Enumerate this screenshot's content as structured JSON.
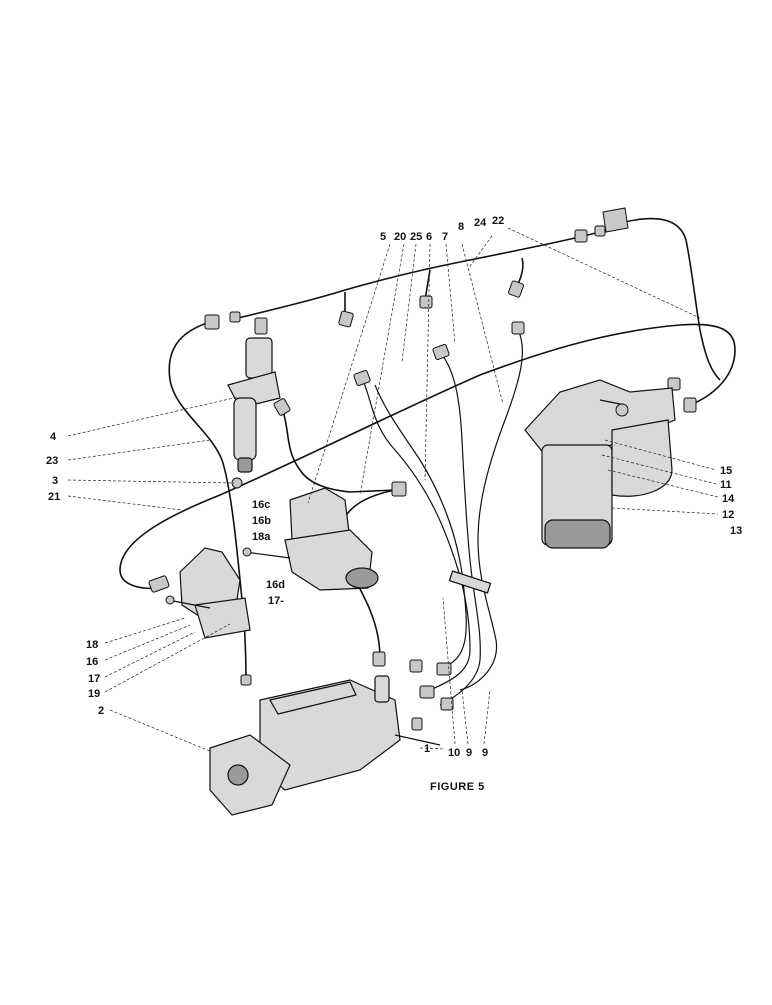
{
  "figure": {
    "caption": "FIGURE 5",
    "callouts": {
      "c5": "5",
      "c20": "20",
      "c25": "25",
      "c6": "6",
      "c7": "7",
      "c8": "8",
      "c24": "24",
      "c22": "22",
      "c4": "4",
      "c23": "23",
      "c3": "3",
      "c21": "21",
      "c16c": "16c",
      "c16b": "16b",
      "c18a": "18a",
      "c16d": "16d",
      "c17b": "17-",
      "c15": "15",
      "c11": "11",
      "c14": "14",
      "c12": "12",
      "c13": "13",
      "c18": "18",
      "c16": "16",
      "c17": "17",
      "c19": "19",
      "c2": "2",
      "c1": "1",
      "c10": "10",
      "c9a": "9",
      "c9b": "9"
    }
  }
}
